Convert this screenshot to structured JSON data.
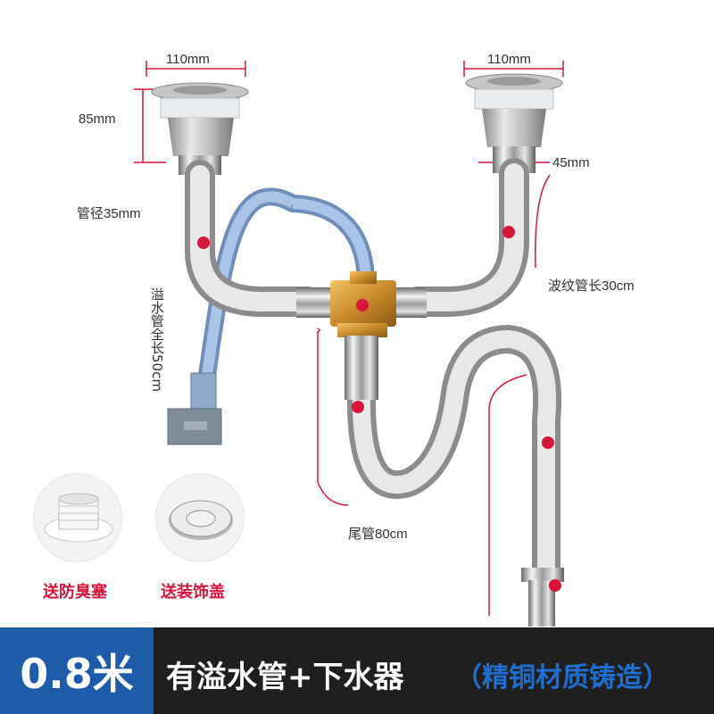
{
  "dimensions": {
    "top_left_width": "110mm",
    "top_right_width": "110mm",
    "left_height": "85mm",
    "right_outlet": "45mm",
    "pipe_diameter": "管径35mm",
    "corrugated_length": "波纹管长30cm",
    "overflow_pipe": "溢水管全长50cm",
    "tail_pipe": "尾管80cm"
  },
  "accessories": [
    {
      "label": "送防臭塞",
      "icon": "odor-seal-icon"
    },
    {
      "label": "送装饰盖",
      "icon": "decorative-cover-icon"
    }
  ],
  "footer": {
    "size": "0.8米",
    "title": "有溢水管+下水器",
    "material": "（精铜材质铸造）"
  },
  "colors": {
    "accent_red": "#d8163a",
    "badge_blue": "#1e5ba8",
    "note_blue": "#1e6fd0",
    "bar_dark": "#1f1f1f"
  }
}
